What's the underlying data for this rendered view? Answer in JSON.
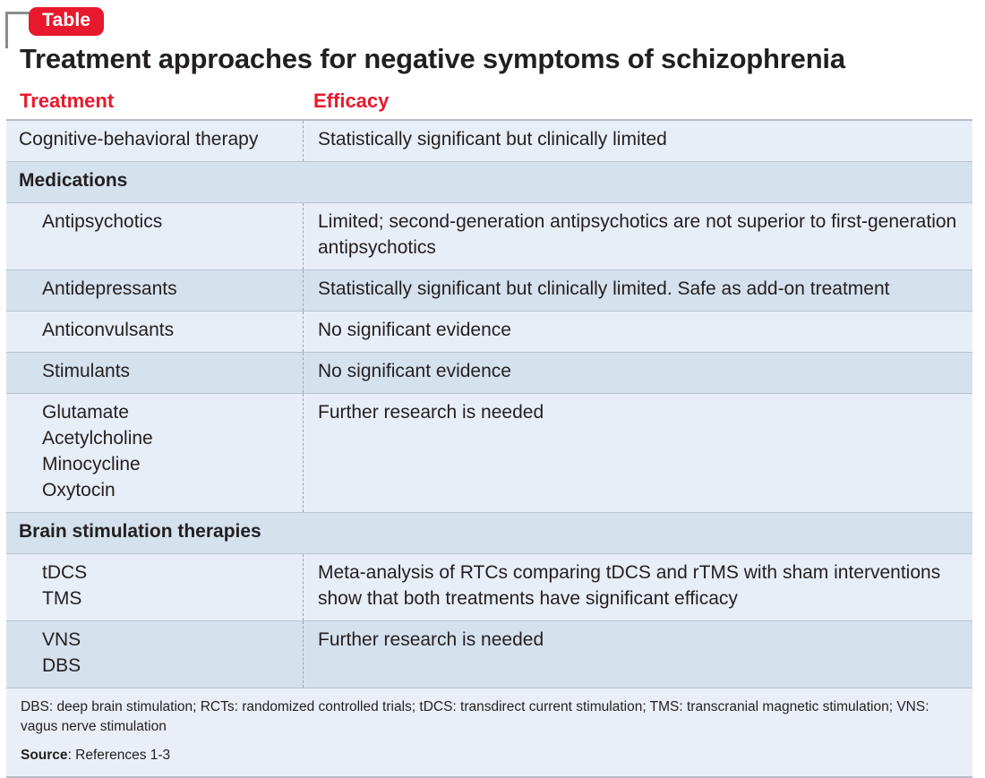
{
  "badge": {
    "label": "Table"
  },
  "title": "Treatment  approaches for negative symptoms of schizophrenia",
  "columns": {
    "treatment": "Treatment",
    "efficacy": "Efficacy"
  },
  "colors": {
    "accent_red": "#e8192c",
    "row_light": "#e8eef7",
    "row_dark": "#d5e2ee",
    "section_row": "#d5e2ee",
    "border_gray": "#b9bcc4",
    "text": "#231f20"
  },
  "rows": [
    {
      "type": "item",
      "level": 0,
      "tone": "a",
      "treatment": "Cognitive-behavioral therapy",
      "efficacy": "Statistically significant but clinically limited"
    },
    {
      "type": "section",
      "tone": "section",
      "treatment": "Medications",
      "efficacy": ""
    },
    {
      "type": "item",
      "level": 1,
      "tone": "a",
      "treatment": "Antipsychotics",
      "efficacy": "Limited; second-generation antipsychotics are not superior to first-generation antipsychotics"
    },
    {
      "type": "item",
      "level": 1,
      "tone": "b",
      "treatment": "Antidepressants",
      "efficacy": "Statistically significant but clinically limited. Safe as add-on treatment"
    },
    {
      "type": "item",
      "level": 1,
      "tone": "a",
      "treatment": "Anticonvulsants",
      "efficacy": "No significant evidence"
    },
    {
      "type": "item",
      "level": 1,
      "tone": "b",
      "treatment": "Stimulants",
      "efficacy": "No significant evidence"
    },
    {
      "type": "item",
      "level": 1,
      "tone": "a",
      "treatment_lines": [
        "Glutamate",
        "Acetylcholine",
        "Minocycline",
        "Oxytocin"
      ],
      "efficacy": "Further research is needed"
    },
    {
      "type": "section",
      "tone": "section",
      "treatment": "Brain stimulation therapies",
      "efficacy": ""
    },
    {
      "type": "item",
      "level": 1,
      "tone": "a",
      "treatment_lines": [
        "tDCS",
        "TMS"
      ],
      "efficacy": "Meta-analysis of RTCs comparing tDCS and rTMS with sham interventions show that both treatments have significant efficacy"
    },
    {
      "type": "item",
      "level": 1,
      "tone": "b",
      "treatment_lines": [
        "VNS",
        "DBS"
      ],
      "efficacy": "Further research is needed"
    }
  ],
  "footnote": {
    "abbreviations": "DBS: deep brain stimulation; RCTs: randomized controlled trials; tDCS: transdirect current stimulation; TMS: transcranial magnetic stimulation; VNS: vagus nerve stimulation",
    "source_label": "Source",
    "source_value": ": References 1-3"
  }
}
